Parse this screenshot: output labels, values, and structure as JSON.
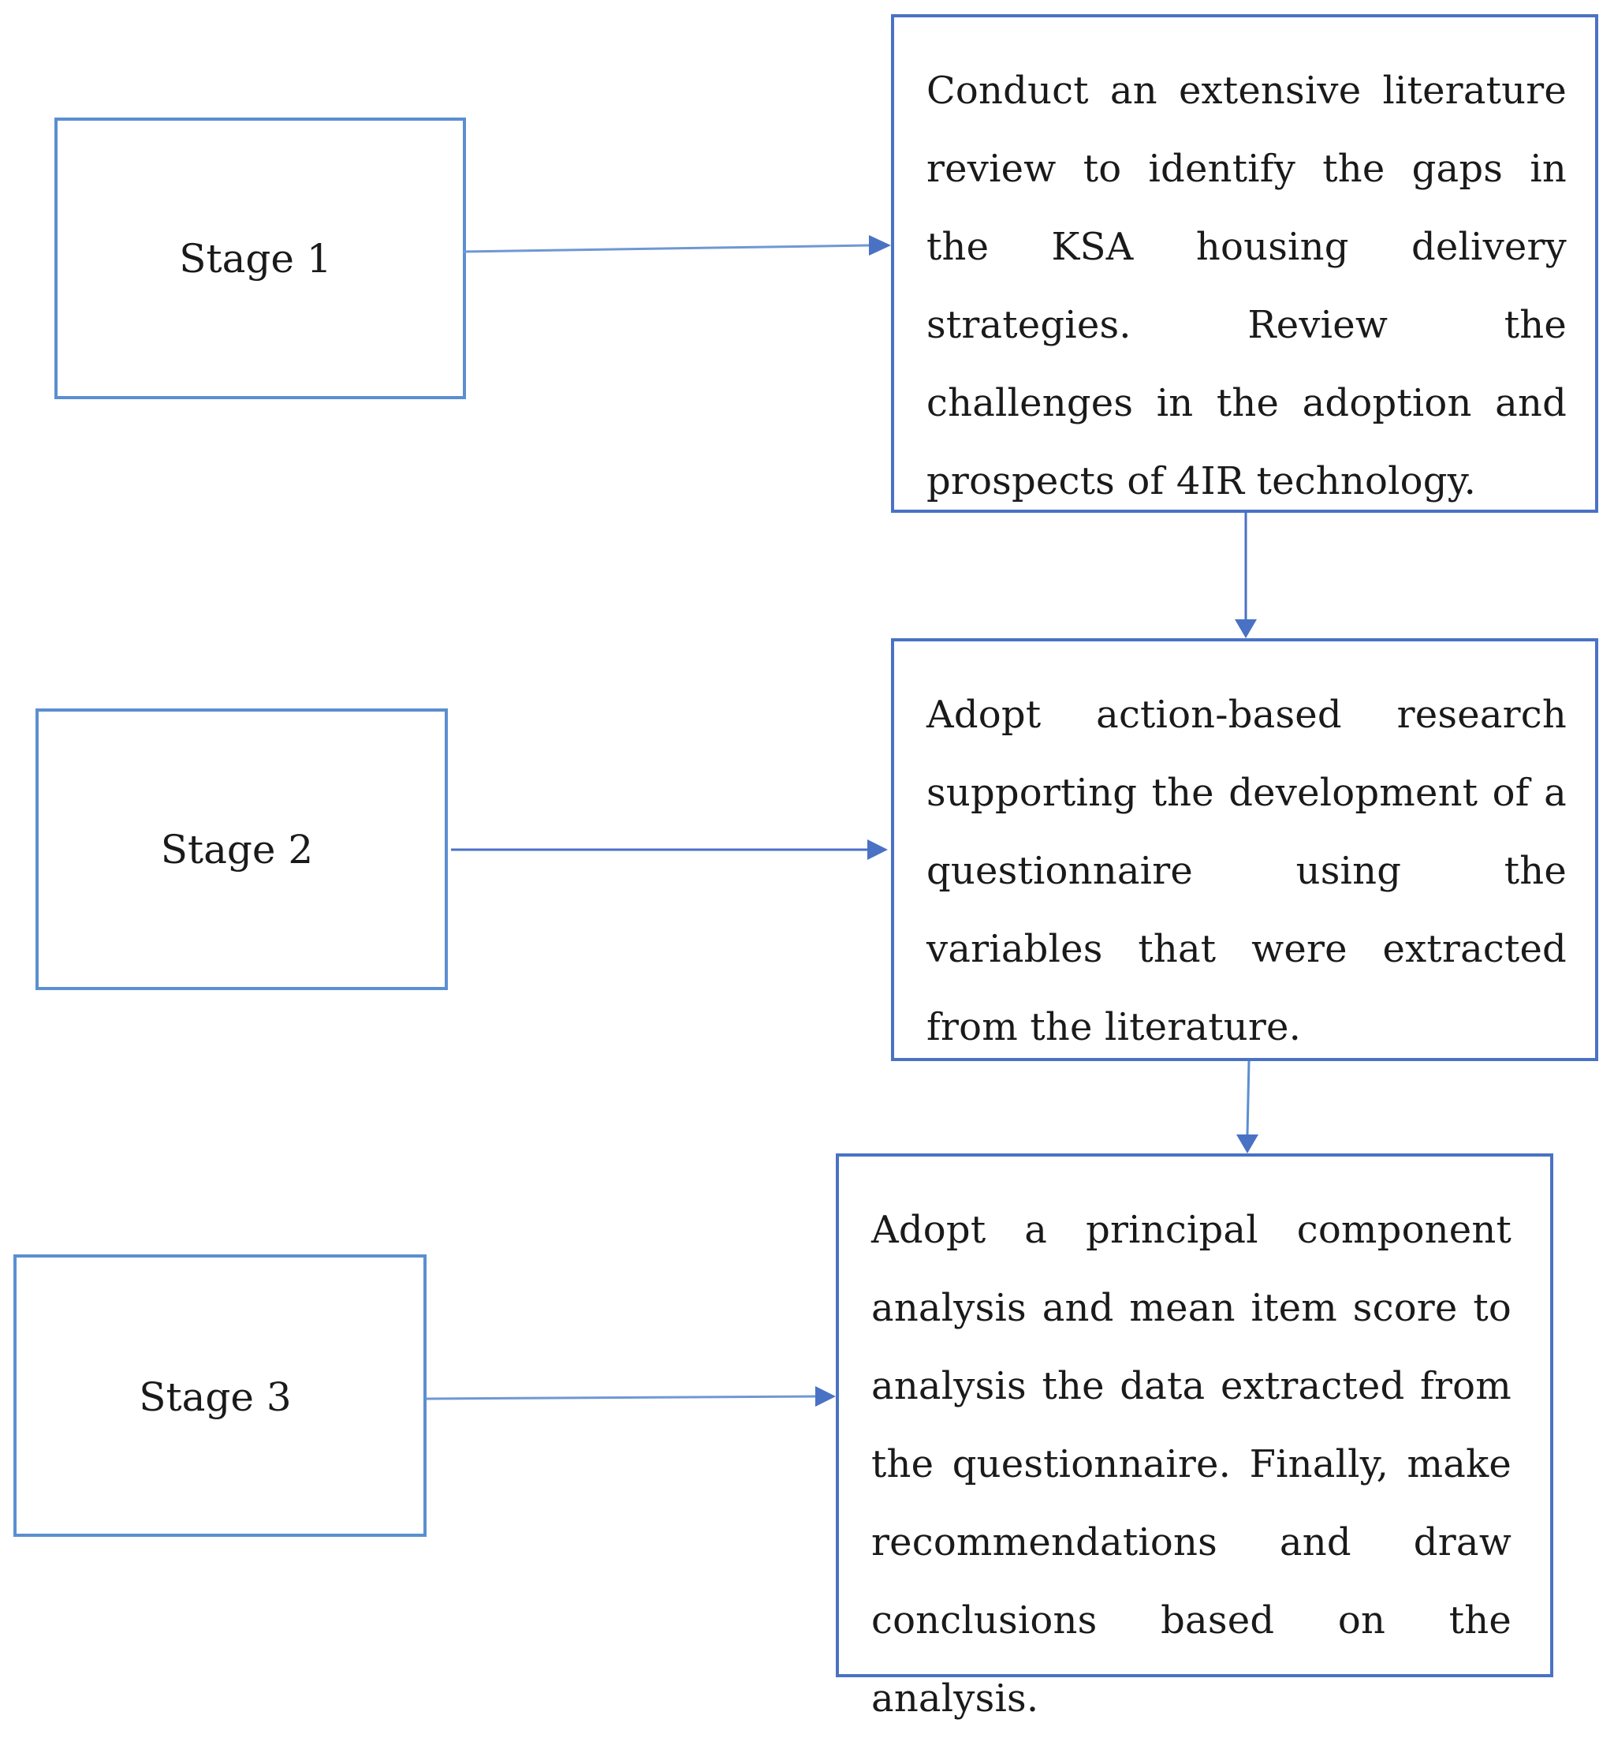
{
  "stages": [
    {
      "label": "Stage 1",
      "description": "Conduct an extensive literature re­view to identify the gaps in the KSA housing delivery strategies. Review the challenges in the adop­tion and prospects of 4IR technol­ogy."
    },
    {
      "label": "Stage 2",
      "description": "Adopt action-based research sup­porting the development of a ques­tionnaire using the variables that were extracted from the literature."
    },
    {
      "label": "Stage 3",
      "description": "Adopt a principal component anal­ysis and mean item score to analy­sis the data extracted from the ques­tionnaire. Finally, make recommen­dations and draw conclusions based on the analysis."
    }
  ],
  "colors": {
    "box_border": "#5b8fd0",
    "arrow": "#4a72c4",
    "text": "#1a1a1a"
  }
}
